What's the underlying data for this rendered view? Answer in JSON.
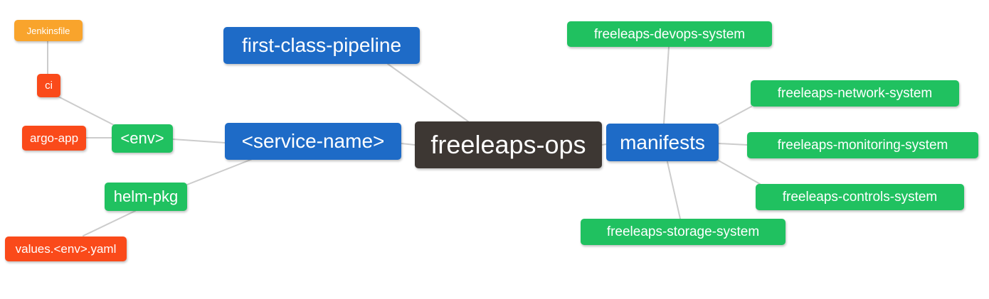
{
  "diagram": {
    "type": "mindmap",
    "root_label": "freeleaps-ops",
    "palette": {
      "root": "#3D3733",
      "blue": "#1E6BC7",
      "green": "#20C160",
      "red": "#FA4A1A",
      "orange": "#F9A42C",
      "link": "#CCCCCC",
      "background": "#FFFFFF",
      "text": "#FFFFFF"
    },
    "nodes": [
      {
        "id": "freeleaps-ops",
        "label": "freeleaps-ops",
        "color": "root"
      },
      {
        "id": "first-class-pipeline",
        "label": "first-class-pipeline",
        "color": "blue"
      },
      {
        "id": "service-name",
        "label": "<service-name>",
        "color": "blue"
      },
      {
        "id": "manifests",
        "label": "manifests",
        "color": "blue"
      },
      {
        "id": "env",
        "label": "<env>",
        "color": "green"
      },
      {
        "id": "helm-pkg",
        "label": "helm-pkg",
        "color": "green"
      },
      {
        "id": "ci",
        "label": "ci",
        "color": "red"
      },
      {
        "id": "argo-app",
        "label": "argo-app",
        "color": "red"
      },
      {
        "id": "jenkinsfile",
        "label": "Jenkinsfile",
        "color": "orange"
      },
      {
        "id": "values-env-yaml",
        "label": "values.<env>.yaml",
        "color": "red"
      },
      {
        "id": "freeleaps-devops-system",
        "label": "freeleaps-devops-system",
        "color": "green"
      },
      {
        "id": "freeleaps-network-system",
        "label": "freeleaps-network-system",
        "color": "green"
      },
      {
        "id": "freeleaps-monitoring-system",
        "label": "freeleaps-monitoring-system",
        "color": "green"
      },
      {
        "id": "freeleaps-controls-system",
        "label": "freeleaps-controls-system",
        "color": "green"
      },
      {
        "id": "freeleaps-storage-system",
        "label": "freeleaps-storage-system",
        "color": "green"
      }
    ],
    "edges": [
      {
        "from": "jenkinsfile",
        "to": "ci"
      },
      {
        "from": "ci",
        "to": "env"
      },
      {
        "from": "argo-app",
        "to": "env"
      },
      {
        "from": "env",
        "to": "service-name"
      },
      {
        "from": "helm-pkg",
        "to": "service-name"
      },
      {
        "from": "values-env-yaml",
        "to": "helm-pkg"
      },
      {
        "from": "first-class-pipeline",
        "to": "freeleaps-ops"
      },
      {
        "from": "service-name",
        "to": "freeleaps-ops"
      },
      {
        "from": "freeleaps-ops",
        "to": "manifests"
      },
      {
        "from": "manifests",
        "to": "freeleaps-devops-system"
      },
      {
        "from": "manifests",
        "to": "freeleaps-network-system"
      },
      {
        "from": "manifests",
        "to": "freeleaps-monitoring-system"
      },
      {
        "from": "manifests",
        "to": "freeleaps-controls-system"
      },
      {
        "from": "manifests",
        "to": "freeleaps-storage-system"
      }
    ]
  }
}
